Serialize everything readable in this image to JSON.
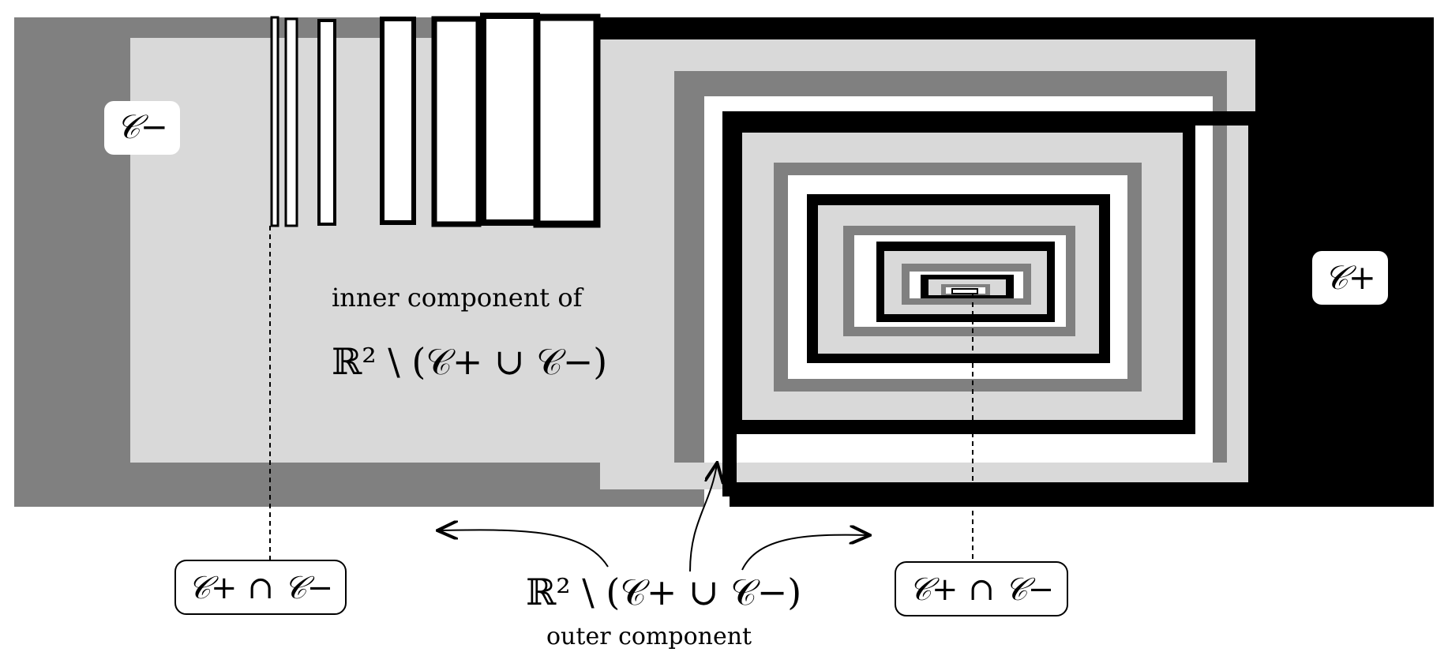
{
  "labels": {
    "c_minus": "𝒞−",
    "c_plus": "𝒞+",
    "inner_line1": "inner component of",
    "inner_line2": "ℝ² \\ (𝒞+ ∪ 𝒞−)",
    "outer_line1": "ℝ² \\ (𝒞+ ∪ 𝒞−)",
    "outer_line2": "outer component",
    "intersection_left": "𝒞+ ∩ 𝒞−",
    "intersection_right": "𝒞+ ∩ 𝒞−"
  },
  "colors": {
    "c_minus_fill": "#808080",
    "inner_fill": "#d9d9d9",
    "c_plus_fill": "#000000",
    "background": "#ffffff"
  }
}
